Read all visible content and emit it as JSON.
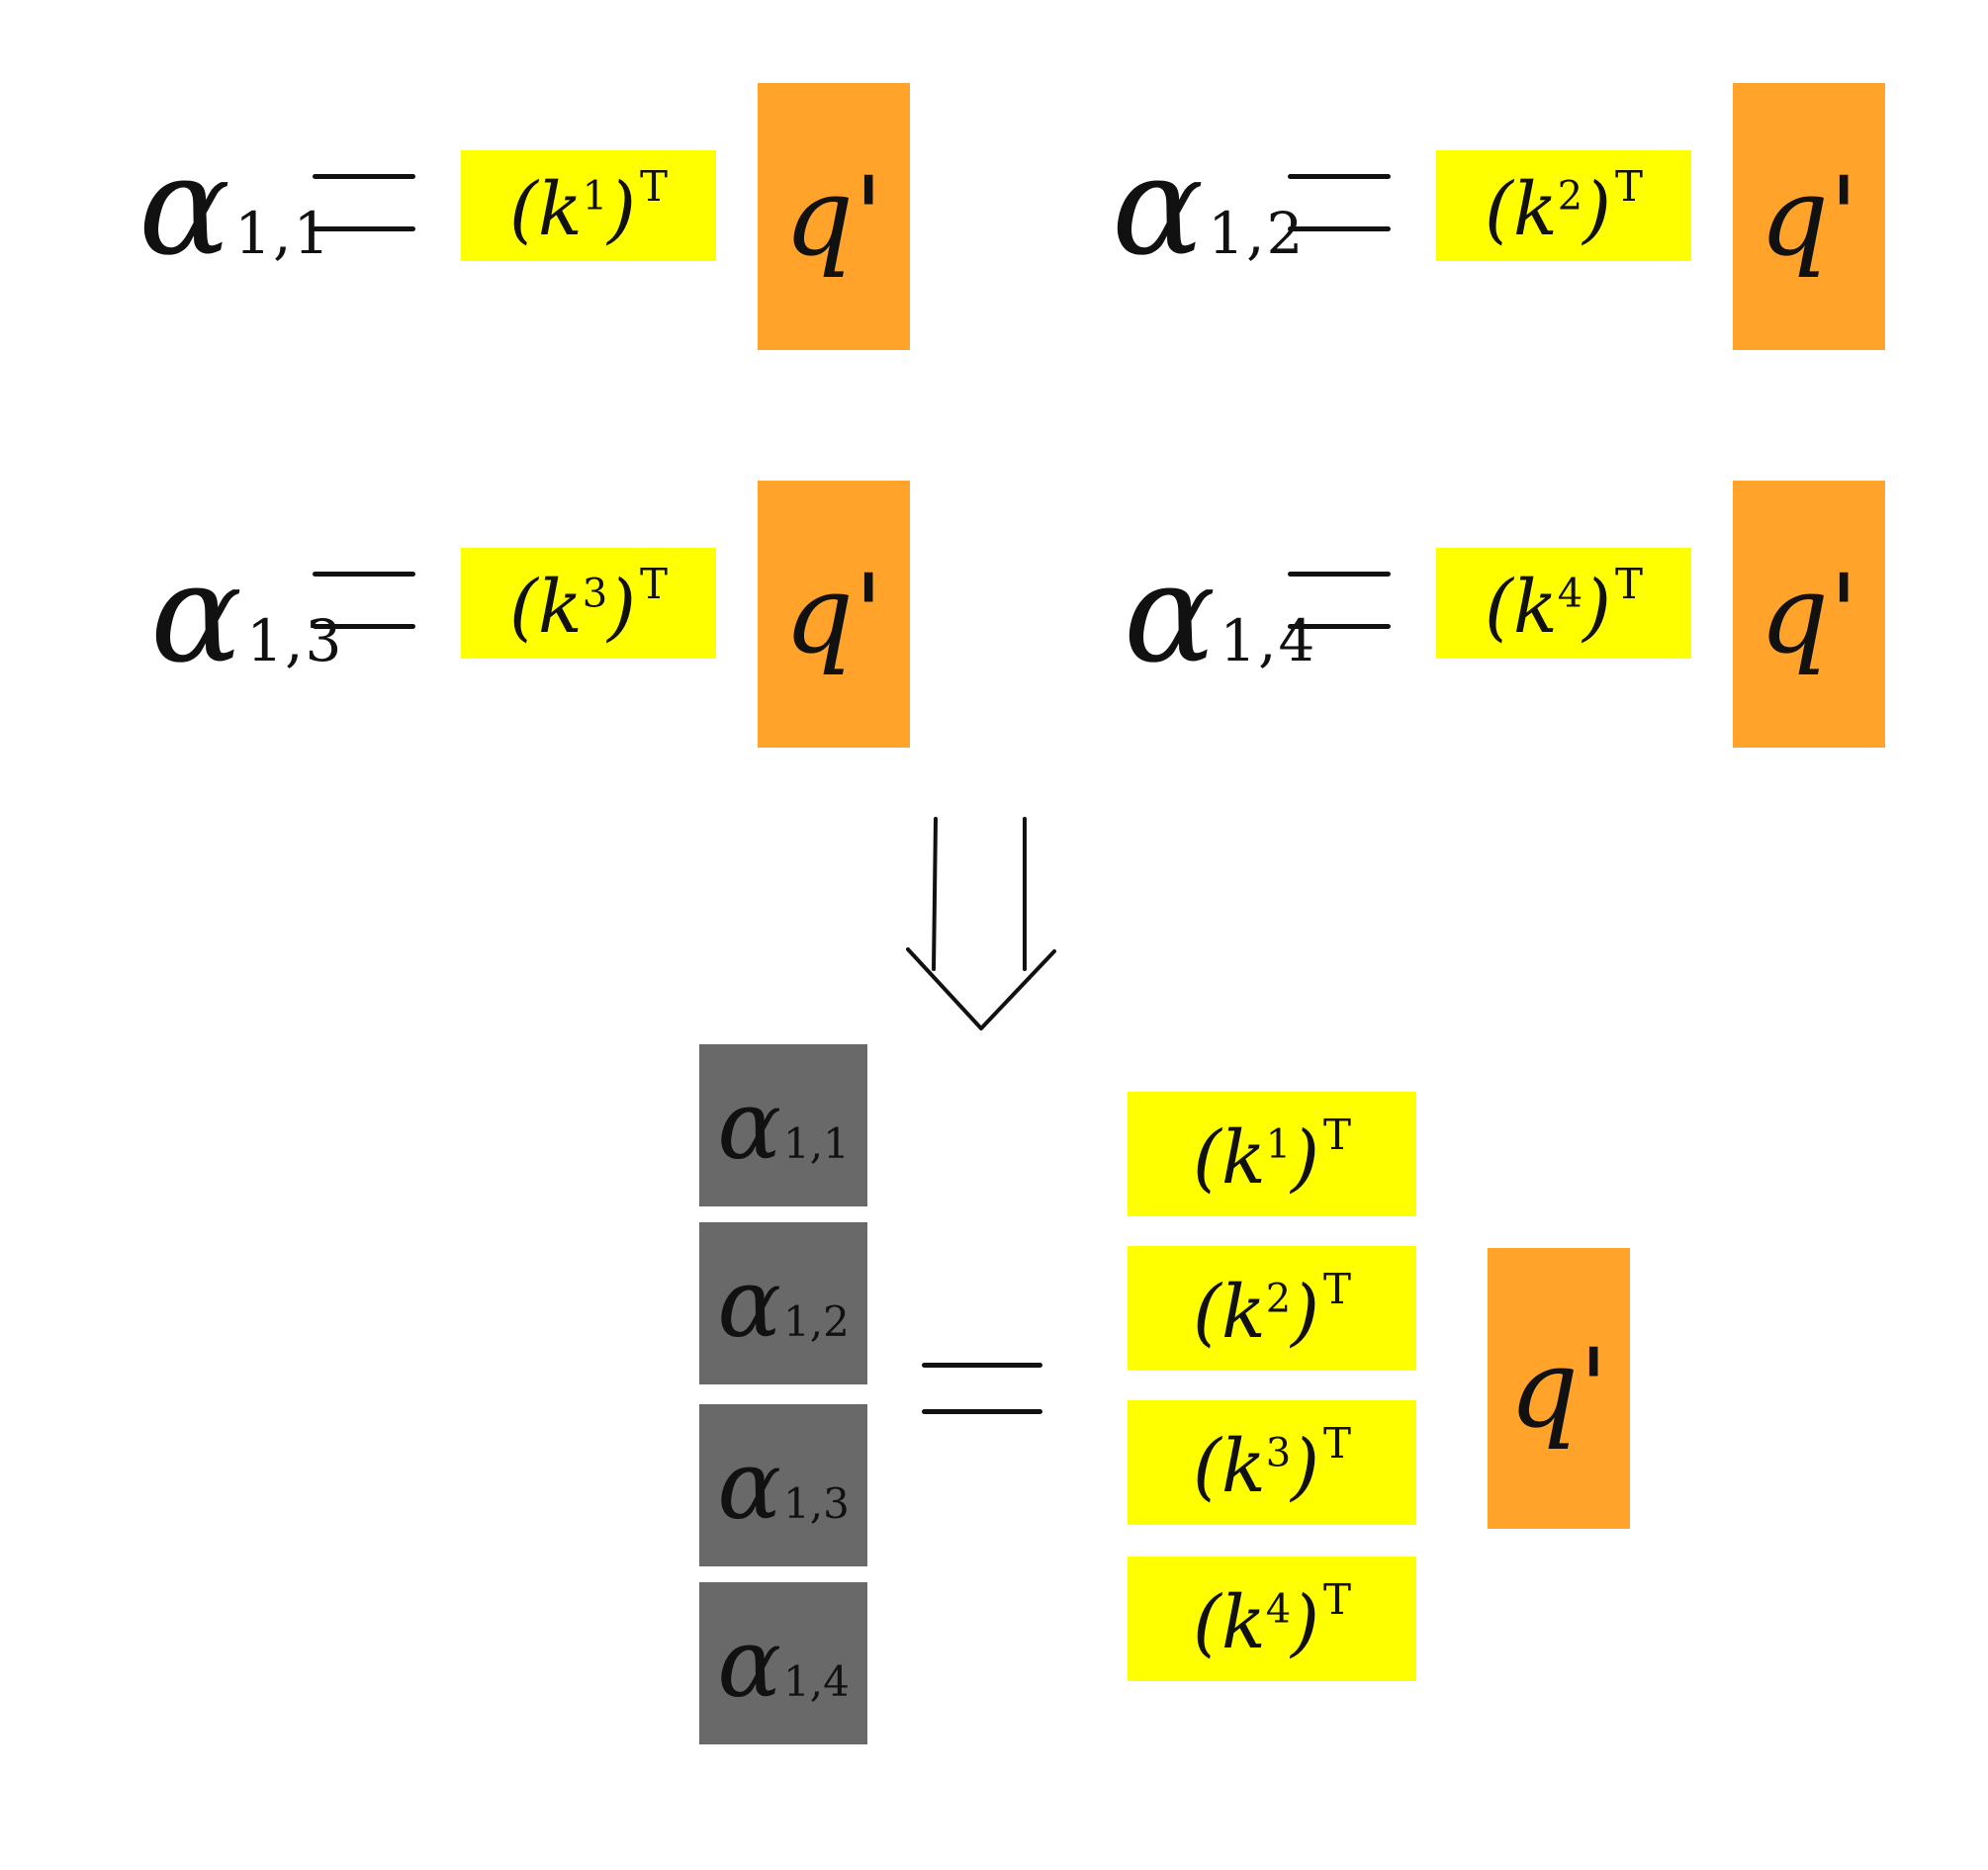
{
  "colors": {
    "key": "#ffff00",
    "query": "#ffa32b",
    "score": "#696969",
    "ink": "#111111"
  },
  "equations": [
    {
      "alpha": "α",
      "alpha_sub": "1,1",
      "key": "(k",
      "key_sup": "1",
      "key_close": ")",
      "key_T": "T",
      "query": "q",
      "query_prime": "'"
    },
    {
      "alpha": "α",
      "alpha_sub": "1,2",
      "key": "(k",
      "key_sup": "2",
      "key_close": ")",
      "key_T": "T",
      "query": "q",
      "query_prime": "'"
    },
    {
      "alpha": "α",
      "alpha_sub": "1,3",
      "key": "(k",
      "key_sup": "3",
      "key_close": ")",
      "key_T": "T",
      "query": "q",
      "query_prime": "'"
    },
    {
      "alpha": "α",
      "alpha_sub": "1,4",
      "key": "(k",
      "key_sup": "4",
      "key_close": ")",
      "key_T": "T",
      "query": "q",
      "query_prime": "'"
    }
  ],
  "matrix": {
    "scores": [
      {
        "alpha": "α",
        "sub": "1,1"
      },
      {
        "alpha": "α",
        "sub": "1,2"
      },
      {
        "alpha": "α",
        "sub": "1,3"
      },
      {
        "alpha": "α",
        "sub": "1,4"
      }
    ],
    "keys": [
      {
        "key": "(k",
        "sup": "1",
        "close": ")",
        "T": "T"
      },
      {
        "key": "(k",
        "sup": "2",
        "close": ")",
        "T": "T"
      },
      {
        "key": "(k",
        "sup": "3",
        "close": ")",
        "T": "T"
      },
      {
        "key": "(k",
        "sup": "4",
        "close": ")",
        "T": "T"
      }
    ],
    "query": "q",
    "query_prime": "'"
  }
}
